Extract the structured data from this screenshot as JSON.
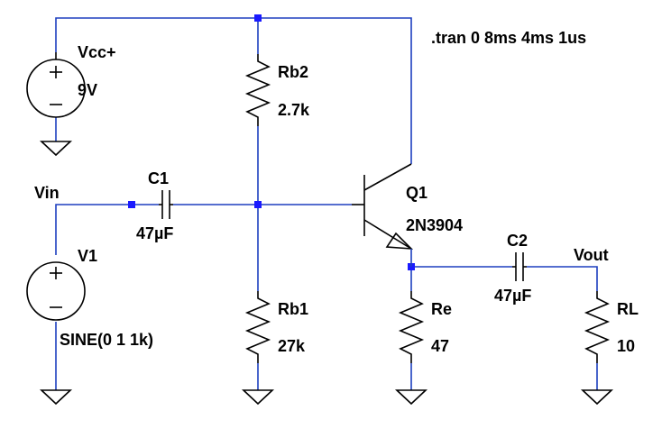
{
  "directive": ".tran 0 8ms 4ms 1us",
  "sources": {
    "vcc": {
      "name": "Vcc+",
      "value": "9V"
    },
    "v1": {
      "name": "V1",
      "value": "SINE(0 1 1k)"
    }
  },
  "resistors": {
    "rb2": {
      "name": "Rb2",
      "value": "2.7k"
    },
    "rb1": {
      "name": "Rb1",
      "value": "27k"
    },
    "re": {
      "name": "Re",
      "value": "47"
    },
    "rl": {
      "name": "RL",
      "value": "10"
    }
  },
  "capacitors": {
    "c1": {
      "name": "C1",
      "value": "47µF"
    },
    "c2": {
      "name": "C2",
      "value": "47µF"
    }
  },
  "transistor": {
    "name": "Q1",
    "model": "2N3904"
  },
  "nets": {
    "vin": "Vin",
    "vout": "Vout"
  },
  "colors": {
    "wire": "#1d3fbf",
    "component": "#000000",
    "node": "#1a1aff"
  }
}
